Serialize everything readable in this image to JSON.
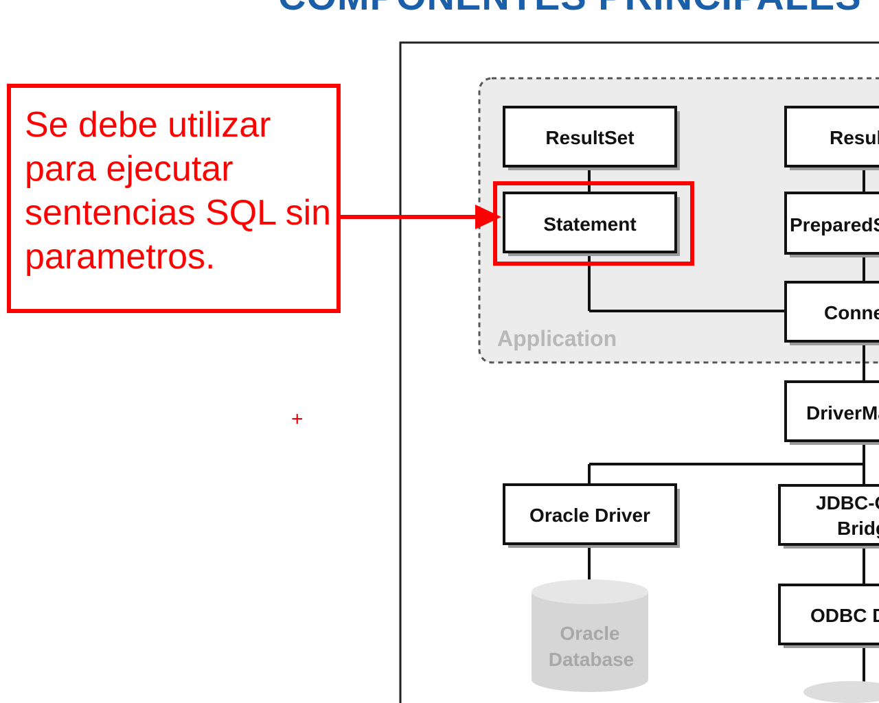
{
  "slide": {
    "title": "COMPONENTES PRINCIPALES"
  },
  "callout": {
    "text": "Se debe utilizar para ejecutar sentencias SQL sin parametros."
  },
  "cursor": {
    "glyph": "+"
  },
  "diagram": {
    "application_label": "Application",
    "boxes": {
      "resultset_left": "ResultSet",
      "resultset_right": "Result",
      "statement": "Statement",
      "prepared_statement": "PreparedSt",
      "connection": "Connec",
      "driver_manager": "DriverMa",
      "oracle_driver": "Oracle Driver",
      "jdbc_odbc_line1": "JDBC-O",
      "jdbc_odbc_line2": "Bridg",
      "odbc_driver": "ODBC D"
    },
    "database": {
      "line1": "Oracle",
      "line2": "Database"
    }
  },
  "colors": {
    "callout": "#ff0000",
    "title": "#1b5fa8",
    "box_border": "#111111",
    "application_area": "#ececec",
    "database_fill": "#d6d6d6"
  }
}
